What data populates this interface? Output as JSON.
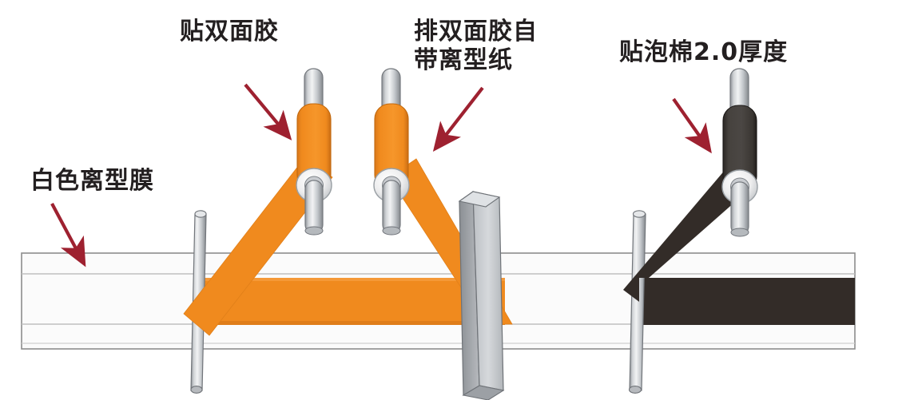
{
  "diagram": {
    "title": "Tape and foam lamination process diagram",
    "labels": [
      {
        "id": "label-0",
        "text": "贴双面胶",
        "name": "label-apply-double-sided-tape"
      },
      {
        "id": "label-1",
        "text": "排双面胶自\n带离型纸",
        "name": "label-double-sided-tape-with-release-paper"
      },
      {
        "id": "label-2",
        "text": "贴泡棉2.0厚度",
        "name": "label-apply-foam-2.0-thickness"
      },
      {
        "id": "label-3",
        "text": "白色离型膜",
        "name": "label-white-release-film"
      }
    ],
    "colors": {
      "orange_tape": "#F08A1E",
      "orange_tape_shade": "#D9781A",
      "black_foam": "#332c28",
      "black_foam_roll": "#3e3b38",
      "arrow_red": "#9E2130",
      "metal_light": "#e9eaec",
      "metal_mid": "#b9bcc0",
      "metal_dark": "#7e8287",
      "web_fill": "#fbfbfb",
      "web_stroke": "#8d8d8d",
      "text": "#231f20"
    },
    "components": {
      "web_label": "白色离型膜 web",
      "tape_roll_1": "贴双面胶 roll",
      "tape_roll_2": "排双面胶自带离型纸 roll",
      "foam_roll": "贴泡棉2.0厚度 roll",
      "blade": "release-paper stripper blade",
      "idler_rods": 3,
      "arrows": 4
    }
  }
}
